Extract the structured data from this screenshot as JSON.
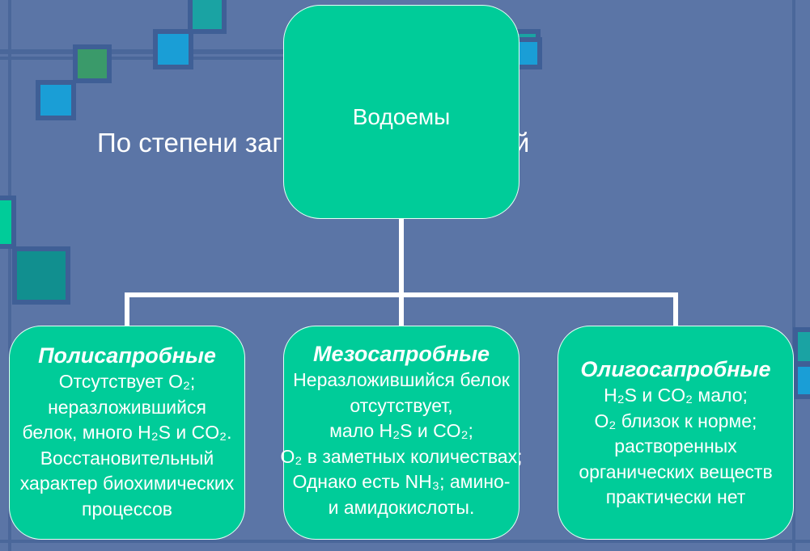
{
  "subtitle": "По степени загрязнения органикой",
  "root": "Водоемы",
  "children": [
    {
      "title": "Полисапробные",
      "lines": [
        "Отсутствует O₂;",
        "неразложившийся",
        "белок, много H₂S и CO₂.",
        "Восстановительный",
        "характер биохимических",
        "процессов"
      ]
    },
    {
      "title": "Мезосапробные",
      "lines": [
        "Неразложившийся белок",
        "отсутствует,",
        "мало H₂S и CO₂;",
        "O₂ в заметных количествах;",
        "Однако есть NH₃; амино-",
        "и амидокислоты."
      ]
    },
    {
      "title": "Олигосапробные",
      "lines": [
        "H₂S и CO₂ мало;",
        "O₂ близок к норме;",
        "растворенных",
        "органических веществ",
        "практически нет"
      ]
    }
  ],
  "colors": {
    "background": "#5b75a6",
    "box": "#00cc99",
    "connector": "#ffffff"
  }
}
